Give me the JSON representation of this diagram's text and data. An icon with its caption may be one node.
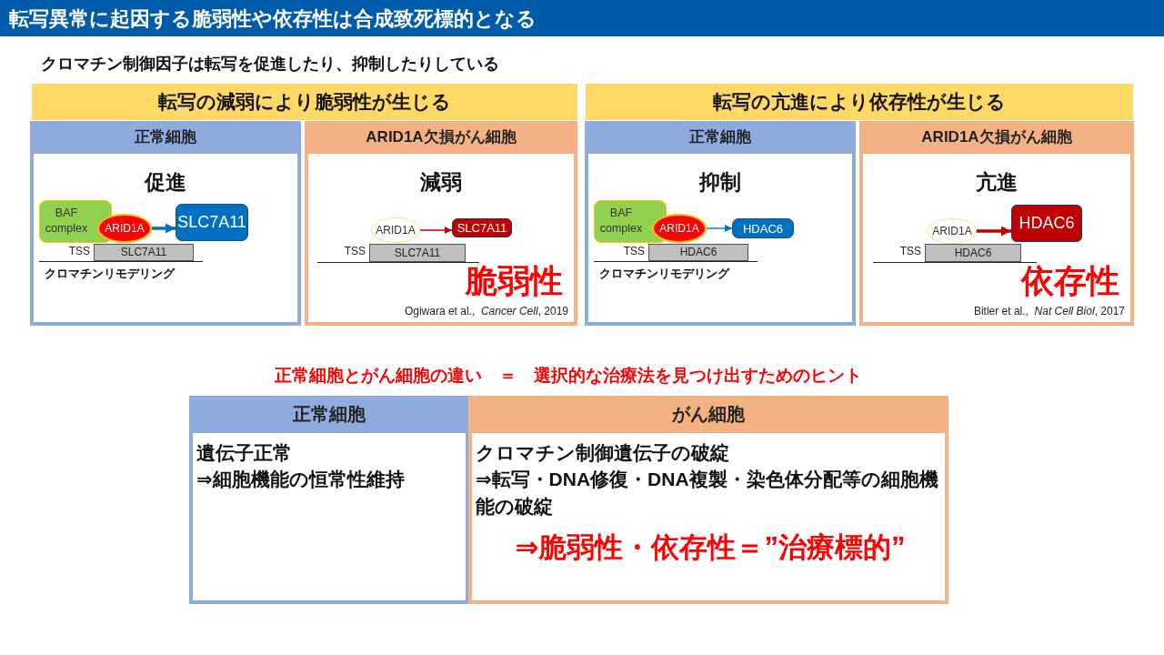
{
  "diagram": {
    "title": "転写異常に起因する脆弱性や依存性は合成致死標的となる",
    "nodes": [
      {
        "text": [
          "転写の減弱により脆弱性が生じる"
        ]
      },
      {
        "text": [
          "正常細胞",
          "促進",
          "クロマチンリモデリング"
        ]
      },
      {
        "text": [
          "BAF complex"
        ],
        "in": 1
      },
      {
        "text": [
          "ARID1A"
        ],
        "in": 1
      },
      {
        "text": [
          "SLC7A11"
        ],
        "in": 1
      },
      {
        "text": [
          "SLC7A11"
        ],
        "beside": [
          "TSS"
        ],
        "in": 1
      },
      {
        "text": [
          "ARID1A欠損がん細胞",
          "減弱",
          "脆弱性",
          "Ogiwara et al.,  *Cancer Cell*, 2019"
        ]
      },
      {
        "text": [
          "ARID1A"
        ],
        "in": 6
      },
      {
        "text": [
          "SLC7A11"
        ],
        "in": 6
      },
      {
        "text": [
          "SLC7A11"
        ],
        "beside": [
          "TSS"
        ],
        "in": 6
      },
      {
        "text": [
          "転写の亢進により依存性が生じる"
        ]
      },
      {
        "text": [
          "正常細胞",
          "抑制",
          "クロマチンリモデリング"
        ]
      },
      {
        "text": [
          "BAF complex"
        ],
        "in": 11
      },
      {
        "text": [
          "ARID1A"
        ],
        "in": 11
      },
      {
        "text": [
          "HDAC6"
        ],
        "in": 11
      },
      {
        "text": [
          "HDAC6"
        ],
        "beside": [
          "TSS"
        ],
        "in": 11
      },
      {
        "text": [
          "ARID1A欠損がん細胞",
          "亢進",
          "依存性",
          "Bitler et al.,  *Nat Cell Biol*, 2017"
        ]
      },
      {
        "text": [
          "ARID1A"
        ],
        "in": 16
      },
      {
        "text": [
          "HDAC6"
        ],
        "in": 16
      },
      {
        "text": [
          "HDAC6"
        ],
        "beside": [
          "TSS"
        ],
        "in": 16
      },
      {
        "text": [
          "正常細胞",
          "遺伝子正常",
          "⇒細胞機能の恒常性維持"
        ]
      },
      {
        "text": [
          "がん細胞",
          "クロマチン制御遺伝子の破綻",
          "⇒転写・DNA修復・DNA複製・染色体分配等の細胞機能の破綻",
          "⇒脆弱性・依存性＝”治療標的”"
        ]
      }
    ],
    "edges": [
      {
        "from": 3,
        "to": 4,
        "arrow": "to",
        "style": "thick",
        "color": "#0070c0"
      },
      {
        "from": 7,
        "to": 8,
        "arrow": "to",
        "color": "#c00000"
      },
      {
        "from": 13,
        "to": 14,
        "arrow": "to",
        "color": "#0070c0"
      },
      {
        "from": 17,
        "to": 18,
        "arrow": "to",
        "style": "thick",
        "color": "#c00000"
      }
    ],
    "labels": [
      "クロマチン制御因子は転写を促進したり、抑制したりしている",
      "正常細胞とがん細胞の違い　＝　選択的な治療法を見つけ出すためのヒント"
    ]
  }
}
